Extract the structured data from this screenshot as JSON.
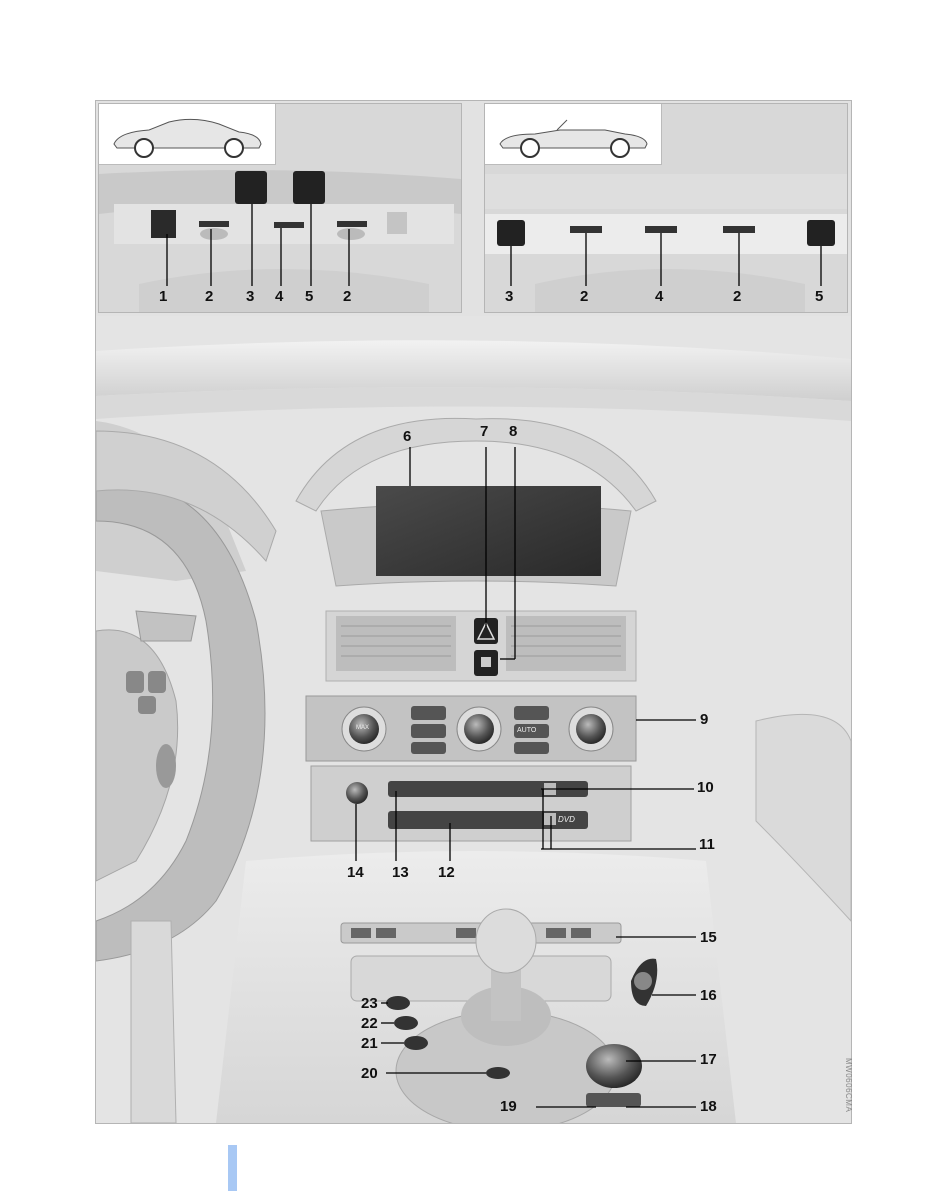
{
  "overhead_left": {
    "callouts": [
      "1",
      "2",
      "3",
      "4",
      "5",
      "2"
    ]
  },
  "overhead_right": {
    "callouts": [
      "3",
      "2",
      "4",
      "2",
      "5"
    ]
  },
  "dashboard": {
    "callouts": {
      "c6": "6",
      "c7": "7",
      "c8": "8",
      "c9": "9",
      "c10": "10",
      "c11": "11",
      "c12": "12",
      "c13": "13",
      "c14": "14",
      "c15": "15",
      "c16": "16",
      "c17": "17",
      "c18": "18",
      "c19": "19",
      "c20": "20",
      "c21": "21",
      "c22": "22",
      "c23": "23"
    },
    "labels": {
      "dvd": "DVD",
      "auto": "AUTO",
      "max": "MAX"
    }
  },
  "side_code": "MW0606CMA"
}
